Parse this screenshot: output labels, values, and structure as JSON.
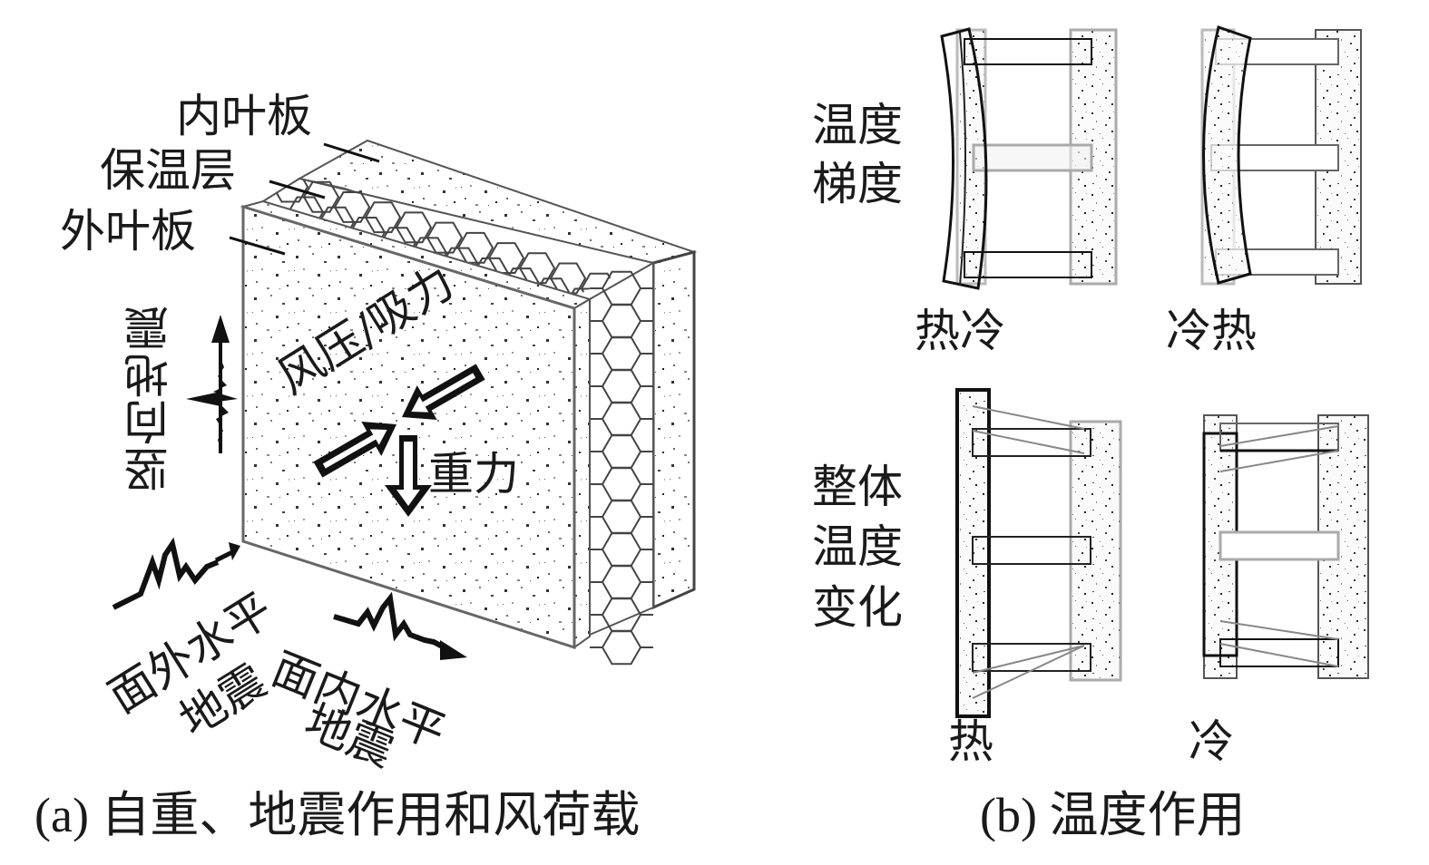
{
  "panel_a": {
    "layer_labels": {
      "inner_leaf": "内叶板",
      "insulation": "保温层",
      "outer_leaf": "外叶板"
    },
    "loads": {
      "vertical_seismic": "竖向地震",
      "wind": "风压/吸力",
      "gravity": "重力",
      "out_of_plane_seismic_line1": "面外水平",
      "out_of_plane_seismic_line2": "地震",
      "in_plane_seismic_line1": "面内水平",
      "in_plane_seismic_line2": "地震"
    },
    "caption": "(a) 自重、地震作用和风荷载"
  },
  "panel_b": {
    "row_labels": {
      "gradient_line1": "温度",
      "gradient_line2": "梯度",
      "overall_line1": "整体",
      "overall_line2": "温度",
      "overall_line3": "变化"
    },
    "case_labels": {
      "gradient_hot_cold": "热冷",
      "gradient_cold_hot": "冷热",
      "overall_hot": "热",
      "overall_cold": "冷"
    },
    "caption": "(b) 温度作用"
  }
}
